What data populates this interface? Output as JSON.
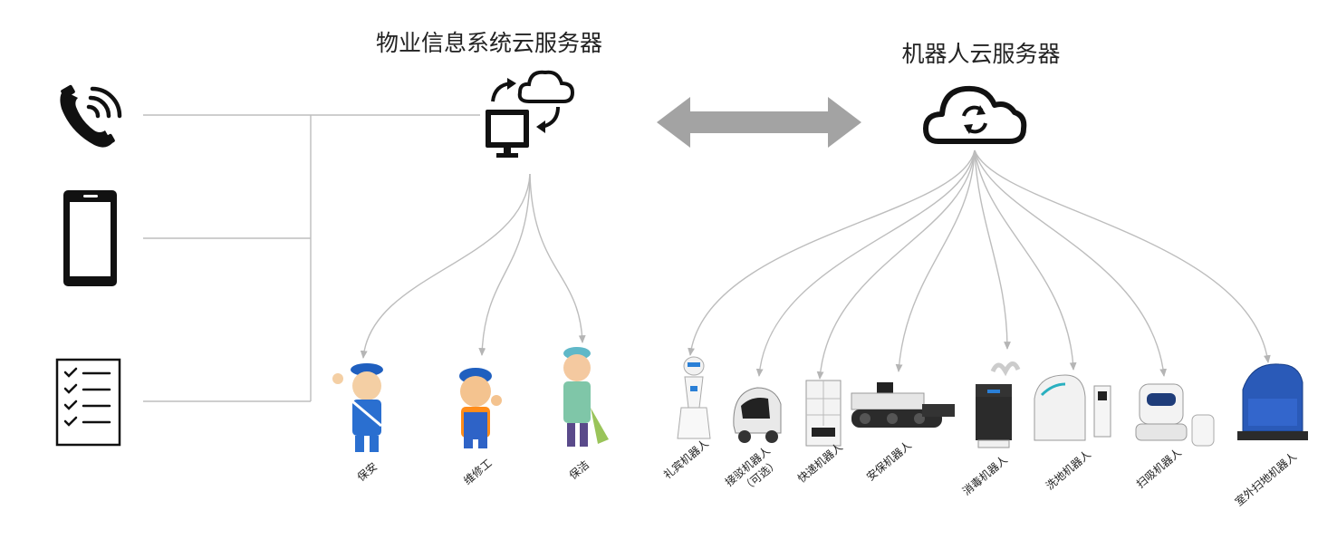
{
  "left_server": {
    "title": "物业信息系统云服务器",
    "icon": "computer-cloud-sync-icon"
  },
  "right_server": {
    "title": "机器人云服务器",
    "icon": "cloud-sync-icon"
  },
  "devices": [
    {
      "icon": "phone-icon"
    },
    {
      "icon": "mobile-phone-icon"
    },
    {
      "icon": "checklist-icon"
    }
  ],
  "staff": [
    {
      "label": "保安",
      "icon": "security-guard-icon"
    },
    {
      "label": "维修工",
      "icon": "repair-worker-icon"
    },
    {
      "label": "保洁",
      "icon": "cleaner-icon"
    }
  ],
  "robots": [
    {
      "label": "礼宾机器人",
      "icon": "reception-robot-icon"
    },
    {
      "label": "接驳机器人",
      "label2": "（可选）",
      "icon": "shuttle-robot-icon"
    },
    {
      "label": "快递机器人",
      "icon": "delivery-robot-icon"
    },
    {
      "label": "安保机器人",
      "icon": "security-robot-icon"
    },
    {
      "label": "消毒机器人",
      "icon": "disinfection-robot-icon"
    },
    {
      "label": "洗地机器人",
      "icon": "floor-washing-robot-icon"
    },
    {
      "label": "扫吸机器人",
      "icon": "sweeping-robot-icon"
    },
    {
      "label": "室外扫地机器人",
      "icon": "outdoor-sweeper-robot-icon"
    }
  ],
  "colors": {
    "connector": "#bdbdbd",
    "arrow": "#a3a3a3",
    "icon": "#111111",
    "robot_blue": "#2a5ab8"
  }
}
